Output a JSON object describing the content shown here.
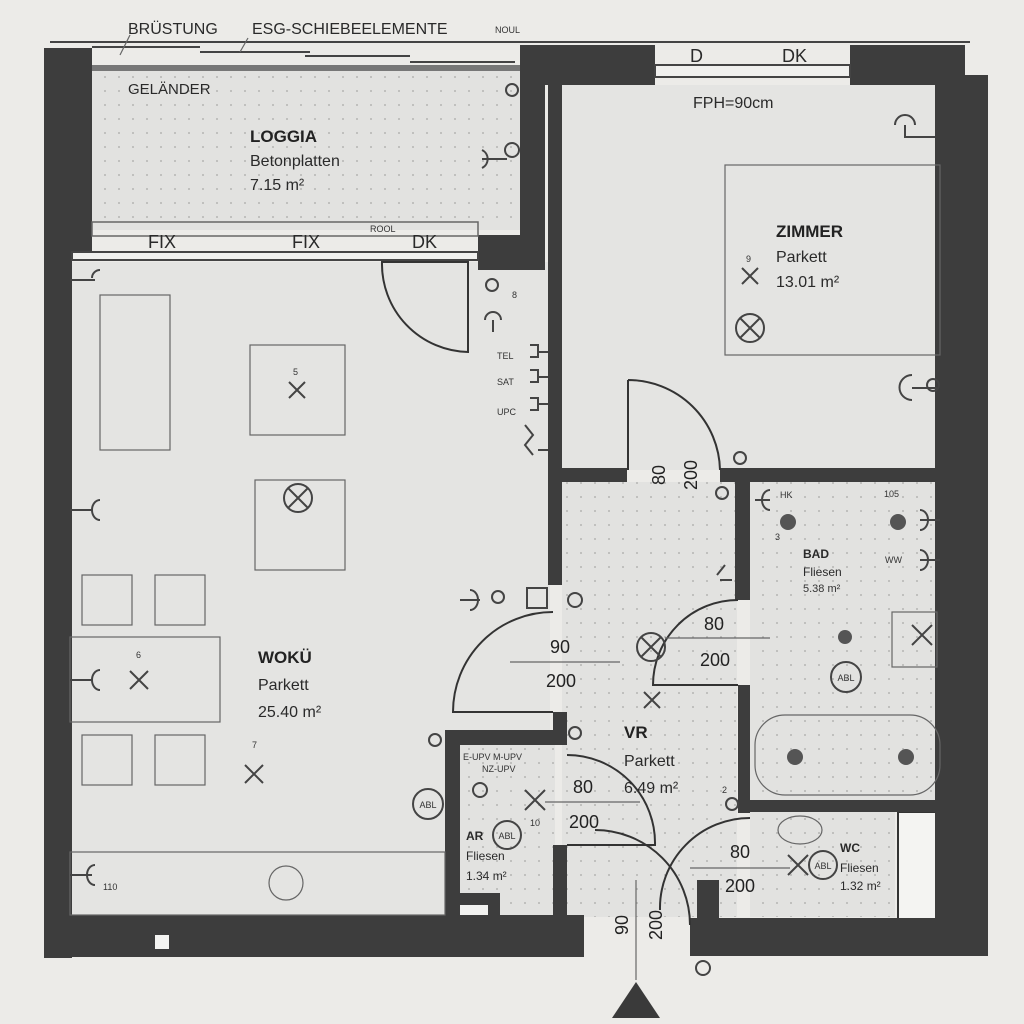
{
  "annotations": {
    "bruestung": "BRÜSTUNG",
    "esg": "ESG-SCHIEBEELEMENTE",
    "noul": "NOUL",
    "gelaender": "GELÄNDER",
    "fix1": "FIX",
    "fix2": "FIX",
    "dk_loggia": "DK",
    "rool": "ROOL",
    "window_d": "D",
    "window_dk": "DK",
    "fph": "FPH=90cm",
    "tel": "TEL",
    "sat": "SAT",
    "upc": "UPC",
    "hk": "HK",
    "ww": "WW",
    "e105": "105",
    "ar_labels": "E-UPV  M-UPV",
    "nz": "NZ-UPV",
    "k110": "110"
  },
  "rooms": [
    {
      "name": "LOGGIA",
      "floor": "Betonplatten",
      "area": "7.15 m²"
    },
    {
      "name": "ZIMMER",
      "floor": "Parkett",
      "area": "13.01 m²"
    },
    {
      "name": "WOKÜ",
      "floor": "Parkett",
      "area": "25.40 m²"
    },
    {
      "name": "BAD",
      "floor": "Fliesen",
      "area": "5.38 m²"
    },
    {
      "name": "VR",
      "floor": "Parkett",
      "area": "6.49 m²"
    },
    {
      "name": "AR",
      "floor": "Fliesen",
      "area": "1.34 m²"
    },
    {
      "name": "WC",
      "floor": "Fliesen",
      "area": "1.32 m²"
    }
  ],
  "doors": [
    {
      "width": "80",
      "height": "200"
    },
    {
      "width": "90",
      "height": "200"
    },
    {
      "width": "80",
      "height": "200"
    },
    {
      "width": "80",
      "height": "200"
    },
    {
      "width": "80",
      "height": "200"
    },
    {
      "width": "90",
      "height": "200"
    }
  ],
  "markers": {
    "abl": "ABL",
    "n5": "5",
    "n6": "6",
    "n7": "7",
    "n8": "8",
    "n9": "9",
    "n10": "10",
    "n3": "3",
    "n2": "2"
  },
  "icons": [
    "light-cross",
    "ceiling-light",
    "socket",
    "drain",
    "entrance-arrow"
  ]
}
